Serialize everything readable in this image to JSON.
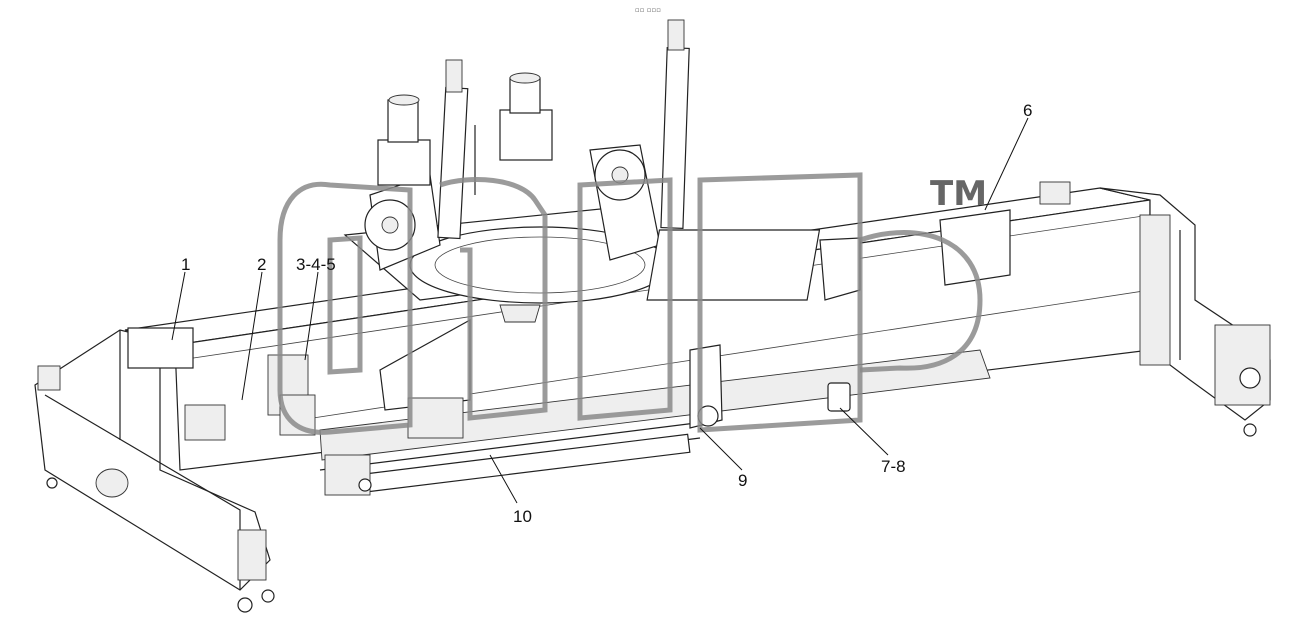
{
  "header": {
    "small_text": "▫▫ ▫▫▫"
  },
  "watermark": {
    "tm": "TM"
  },
  "callouts": [
    {
      "label": "1"
    },
    {
      "label": "2"
    },
    {
      "label": "3-4-5"
    },
    {
      "label": "6"
    },
    {
      "label": "7-8"
    },
    {
      "label": "9"
    },
    {
      "label": "10"
    }
  ],
  "colors": {
    "line": "#222222",
    "watermark": "#8a8a8a",
    "background": "#ffffff"
  }
}
